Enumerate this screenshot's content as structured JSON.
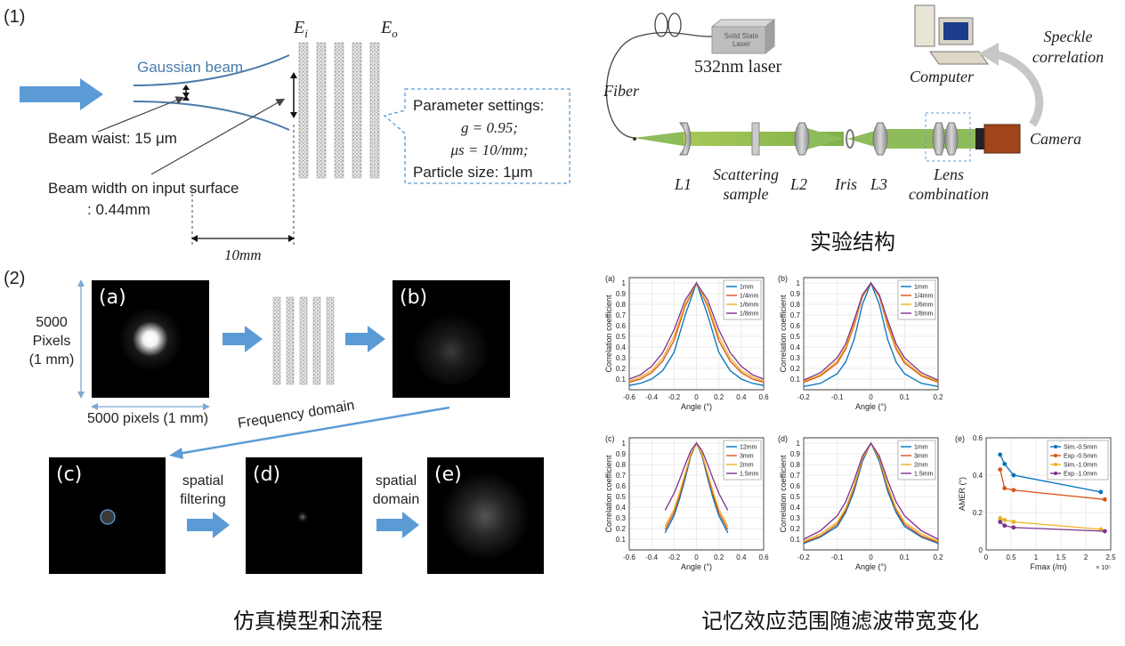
{
  "section1": {
    "label": "(1)",
    "gaussian_beam": "Gaussian beam",
    "ei": "E",
    "ei_sub": "i",
    "eo": "E",
    "eo_sub": "o",
    "beam_waist": "Beam waist: 15 μm",
    "beam_width": "Beam width on input surface",
    "beam_width_value": ": 0.44mm",
    "distance": "10mm",
    "param_title": "Parameter settings:",
    "param_g": "g = 0.95;",
    "param_mu": "μs = 10/mm;",
    "param_particle": "Particle size: 1μm"
  },
  "section2": {
    "label": "(2)",
    "a": "(a)",
    "b": "(b)",
    "c": "(c)",
    "d": "(d)",
    "e": "(e)",
    "pixels_v1": "5000",
    "pixels_v2": "Pixels",
    "pixels_v3": "(1 mm)",
    "pixels_h": "5000 pixels (1 mm)",
    "frequency_domain": "Frequency domain",
    "spatial_filtering_1": "spatial",
    "spatial_filtering_2": "filtering",
    "spatial_domain_1": "spatial",
    "spatial_domain_2": "domain"
  },
  "setup": {
    "laser_box": "Solid State Laser",
    "laser_label": "532nm laser",
    "fiber": "Fiber",
    "computer": "Computer",
    "speckle": "Speckle",
    "correlation": "correlation",
    "camera": "Camera",
    "l1": "L1",
    "scattering_1": "Scattering",
    "scattering_2": "sample",
    "l2": "L2",
    "iris": "Iris",
    "l3": "L3",
    "lens_1": "Lens",
    "lens_2": "combination"
  },
  "captions": {
    "setup": "实验结构",
    "simulation": "仿真模型和流程",
    "results": "记忆效应范围随滤波带宽变化"
  },
  "chart_data": [
    {
      "panel": "(a)",
      "type": "line",
      "xlabel": "Angle (°)",
      "ylabel": "Correlation coefficient",
      "xlim": [
        -0.6,
        0.6
      ],
      "ylim": [
        0,
        1.05
      ],
      "xticks": [
        -0.6,
        -0.4,
        -0.2,
        0,
        0.2,
        0.4,
        0.6
      ],
      "yticks": [
        0.1,
        0.2,
        0.3,
        0.4,
        0.5,
        0.6,
        0.7,
        0.8,
        0.9,
        1
      ],
      "x": [
        -0.6,
        -0.5,
        -0.4,
        -0.3,
        -0.2,
        -0.1,
        0,
        0.1,
        0.2,
        0.3,
        0.4,
        0.5,
        0.6
      ],
      "legend": "top-right",
      "series": [
        {
          "name": "1mm",
          "color": "#0072BD",
          "values": [
            0.04,
            0.06,
            0.1,
            0.18,
            0.35,
            0.7,
            1,
            0.7,
            0.35,
            0.18,
            0.1,
            0.06,
            0.04
          ]
        },
        {
          "name": "1/4mm",
          "color": "#D95319",
          "values": [
            0.07,
            0.1,
            0.16,
            0.27,
            0.46,
            0.78,
            1,
            0.78,
            0.46,
            0.27,
            0.16,
            0.1,
            0.07
          ]
        },
        {
          "name": "1/6mm",
          "color": "#EDB120",
          "values": [
            0.08,
            0.12,
            0.18,
            0.3,
            0.5,
            0.8,
            1,
            0.8,
            0.5,
            0.3,
            0.18,
            0.12,
            0.08
          ]
        },
        {
          "name": "1/8mm",
          "color": "#7E2F8E",
          "values": [
            0.1,
            0.14,
            0.22,
            0.35,
            0.56,
            0.84,
            1,
            0.84,
            0.56,
            0.35,
            0.22,
            0.14,
            0.1
          ]
        }
      ]
    },
    {
      "panel": "(b)",
      "type": "line",
      "xlabel": "Angle (°)",
      "ylabel": "Correlation coefficient",
      "xlim": [
        -0.2,
        0.2
      ],
      "ylim": [
        0,
        1.05
      ],
      "xticks": [
        -0.2,
        -0.1,
        0,
        0.1,
        0.2
      ],
      "yticks": [
        0.1,
        0.2,
        0.3,
        0.4,
        0.5,
        0.6,
        0.7,
        0.8,
        0.9,
        1
      ],
      "x": [
        -0.2,
        -0.15,
        -0.1,
        -0.075,
        -0.05,
        -0.025,
        0,
        0.025,
        0.05,
        0.075,
        0.1,
        0.15,
        0.2
      ],
      "legend": "top-right",
      "series": [
        {
          "name": "1mm",
          "color": "#0072BD",
          "values": [
            0.03,
            0.06,
            0.15,
            0.26,
            0.47,
            0.8,
            1,
            0.8,
            0.47,
            0.26,
            0.15,
            0.06,
            0.03
          ]
        },
        {
          "name": "1/4mm",
          "color": "#D95319",
          "values": [
            0.07,
            0.13,
            0.25,
            0.38,
            0.6,
            0.87,
            1,
            0.87,
            0.6,
            0.38,
            0.25,
            0.13,
            0.07
          ]
        },
        {
          "name": "1/6mm",
          "color": "#EDB120",
          "values": [
            0.08,
            0.14,
            0.27,
            0.4,
            0.62,
            0.88,
            1,
            0.88,
            0.62,
            0.4,
            0.27,
            0.14,
            0.08
          ]
        },
        {
          "name": "1/8mm",
          "color": "#7E2F8E",
          "values": [
            0.09,
            0.16,
            0.3,
            0.43,
            0.65,
            0.89,
            1,
            0.89,
            0.65,
            0.43,
            0.3,
            0.16,
            0.09
          ]
        }
      ]
    },
    {
      "panel": "(c)",
      "type": "line",
      "xlabel": "Angle (°)",
      "ylabel": "Correlation coefficient",
      "xlim": [
        -0.6,
        0.6
      ],
      "ylim": [
        0,
        1.05
      ],
      "xticks": [
        -0.6,
        -0.4,
        -0.2,
        0,
        0.2,
        0.4,
        0.6
      ],
      "yticks": [
        0.1,
        0.2,
        0.3,
        0.4,
        0.5,
        0.6,
        0.7,
        0.8,
        0.9,
        1
      ],
      "x": [
        -0.28,
        -0.2,
        -0.15,
        -0.1,
        -0.05,
        0,
        0.05,
        0.1,
        0.15,
        0.2,
        0.28
      ],
      "legend": "top-right",
      "series": [
        {
          "name": "12mm",
          "color": "#0072BD",
          "values": [
            0.16,
            0.32,
            0.48,
            0.67,
            0.88,
            1,
            0.88,
            0.67,
            0.48,
            0.32,
            0.16
          ]
        },
        {
          "name": "3mm",
          "color": "#D95319",
          "values": [
            0.19,
            0.35,
            0.51,
            0.7,
            0.89,
            1,
            0.89,
            0.7,
            0.51,
            0.35,
            0.19
          ]
        },
        {
          "name": "2mm",
          "color": "#EDB120",
          "values": [
            0.22,
            0.38,
            0.54,
            0.72,
            0.9,
            1,
            0.9,
            0.72,
            0.54,
            0.38,
            0.22
          ]
        },
        {
          "name": "1.5mm",
          "color": "#7E2F8E",
          "values": [
            0.37,
            0.53,
            0.66,
            0.8,
            0.93,
            1,
            0.93,
            0.8,
            0.66,
            0.53,
            0.37
          ]
        }
      ]
    },
    {
      "panel": "(d)",
      "type": "line",
      "xlabel": "Angle (°)",
      "ylabel": "Correlation coefficient",
      "xlim": [
        -0.2,
        0.2
      ],
      "ylim": [
        0,
        1.05
      ],
      "xticks": [
        -0.2,
        -0.1,
        0,
        0.1,
        0.2
      ],
      "yticks": [
        0.1,
        0.2,
        0.3,
        0.4,
        0.5,
        0.6,
        0.7,
        0.8,
        0.9,
        1
      ],
      "x": [
        -0.2,
        -0.15,
        -0.1,
        -0.075,
        -0.05,
        -0.025,
        0,
        0.025,
        0.05,
        0.075,
        0.1,
        0.15,
        0.2
      ],
      "legend": "top-right",
      "series": [
        {
          "name": "1mm",
          "color": "#0072BD",
          "values": [
            0.06,
            0.12,
            0.22,
            0.35,
            0.55,
            0.83,
            1,
            0.83,
            0.55,
            0.35,
            0.22,
            0.12,
            0.06
          ]
        },
        {
          "name": "3mm",
          "color": "#D95319",
          "values": [
            0.07,
            0.13,
            0.24,
            0.37,
            0.58,
            0.85,
            1,
            0.85,
            0.58,
            0.37,
            0.24,
            0.13,
            0.07
          ]
        },
        {
          "name": "2mm",
          "color": "#EDB120",
          "values": [
            0.08,
            0.15,
            0.26,
            0.39,
            0.6,
            0.86,
            1,
            0.86,
            0.6,
            0.39,
            0.26,
            0.15,
            0.08
          ]
        },
        {
          "name": "1.5mm",
          "color": "#7E2F8E",
          "values": [
            0.1,
            0.18,
            0.32,
            0.45,
            0.65,
            0.88,
            1,
            0.88,
            0.65,
            0.45,
            0.32,
            0.18,
            0.1
          ]
        }
      ]
    },
    {
      "panel": "(e)",
      "type": "line",
      "xlabel": "Fmax (/m)",
      "ylabel": "AMER (°)",
      "x_exponent": "× 10⁵",
      "xlim": [
        0,
        2.5
      ],
      "ylim": [
        0,
        0.6
      ],
      "xticks": [
        0,
        0.5,
        1,
        1.5,
        2,
        2.5
      ],
      "yticks": [
        0,
        0.2,
        0.4,
        0.6
      ],
      "legend": "top-right",
      "series": [
        {
          "name": "Sim.-0.5mm",
          "color": "#0072BD",
          "x": [
            0.28,
            0.37,
            0.55,
            2.3
          ],
          "values": [
            0.51,
            0.46,
            0.4,
            0.31
          ]
        },
        {
          "name": "Exp.-0.5mm",
          "color": "#D95319",
          "x": [
            0.28,
            0.37,
            0.55,
            2.38
          ],
          "values": [
            0.43,
            0.33,
            0.32,
            0.27
          ]
        },
        {
          "name": "Sim.-1.0mm",
          "color": "#EDB120",
          "x": [
            0.28,
            0.37,
            0.55,
            2.3
          ],
          "values": [
            0.17,
            0.16,
            0.15,
            0.11
          ]
        },
        {
          "name": "Exp.-1.0mm",
          "color": "#7E2F8E",
          "x": [
            0.28,
            0.37,
            0.55,
            2.38
          ],
          "values": [
            0.15,
            0.13,
            0.12,
            0.1
          ]
        }
      ]
    }
  ]
}
